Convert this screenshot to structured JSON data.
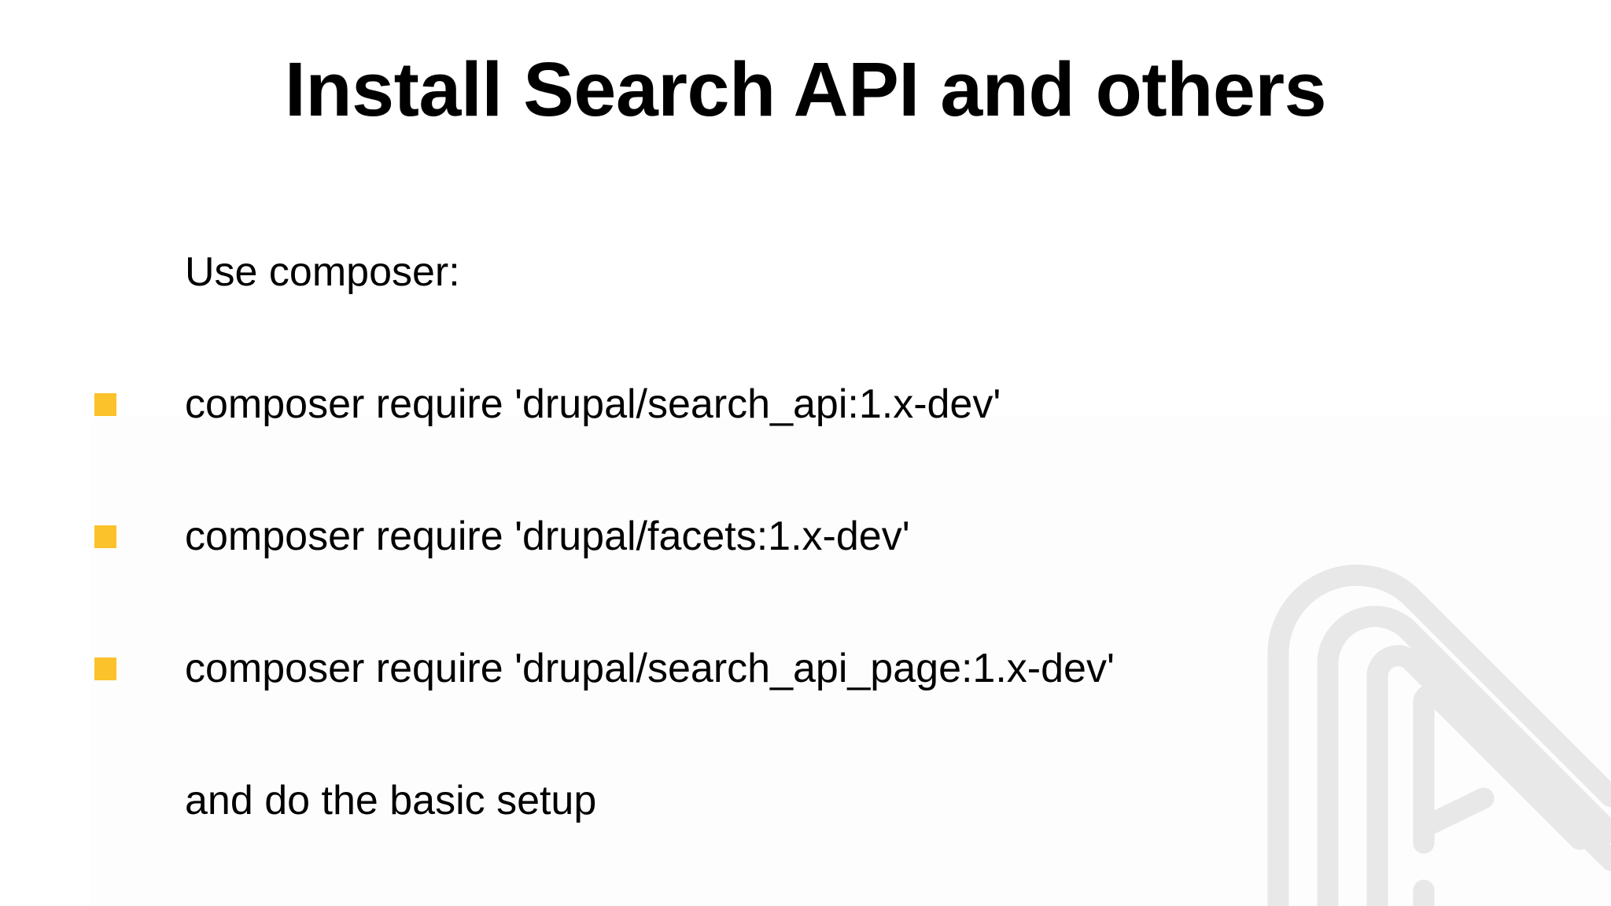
{
  "slide": {
    "title": "Install Search API and others",
    "background_color": "#ffffff",
    "text_color": "#000000",
    "bullet_color": "#fcc22b",
    "watermark_color": "#e8e8e8",
    "lines": [
      {
        "text": "Use composer:",
        "bullet": false
      },
      {
        "text": "composer require 'drupal/search_api:1.x-dev'",
        "bullet": true
      },
      {
        "text": "composer require 'drupal/facets:1.x-dev'",
        "bullet": true
      },
      {
        "text": "composer require 'drupal/search_api_page:1.x-dev'",
        "bullet": true
      },
      {
        "text": "and do the basic setup",
        "bullet": false
      }
    ]
  },
  "watermark": {
    "name": "nested-chevron-logo"
  }
}
